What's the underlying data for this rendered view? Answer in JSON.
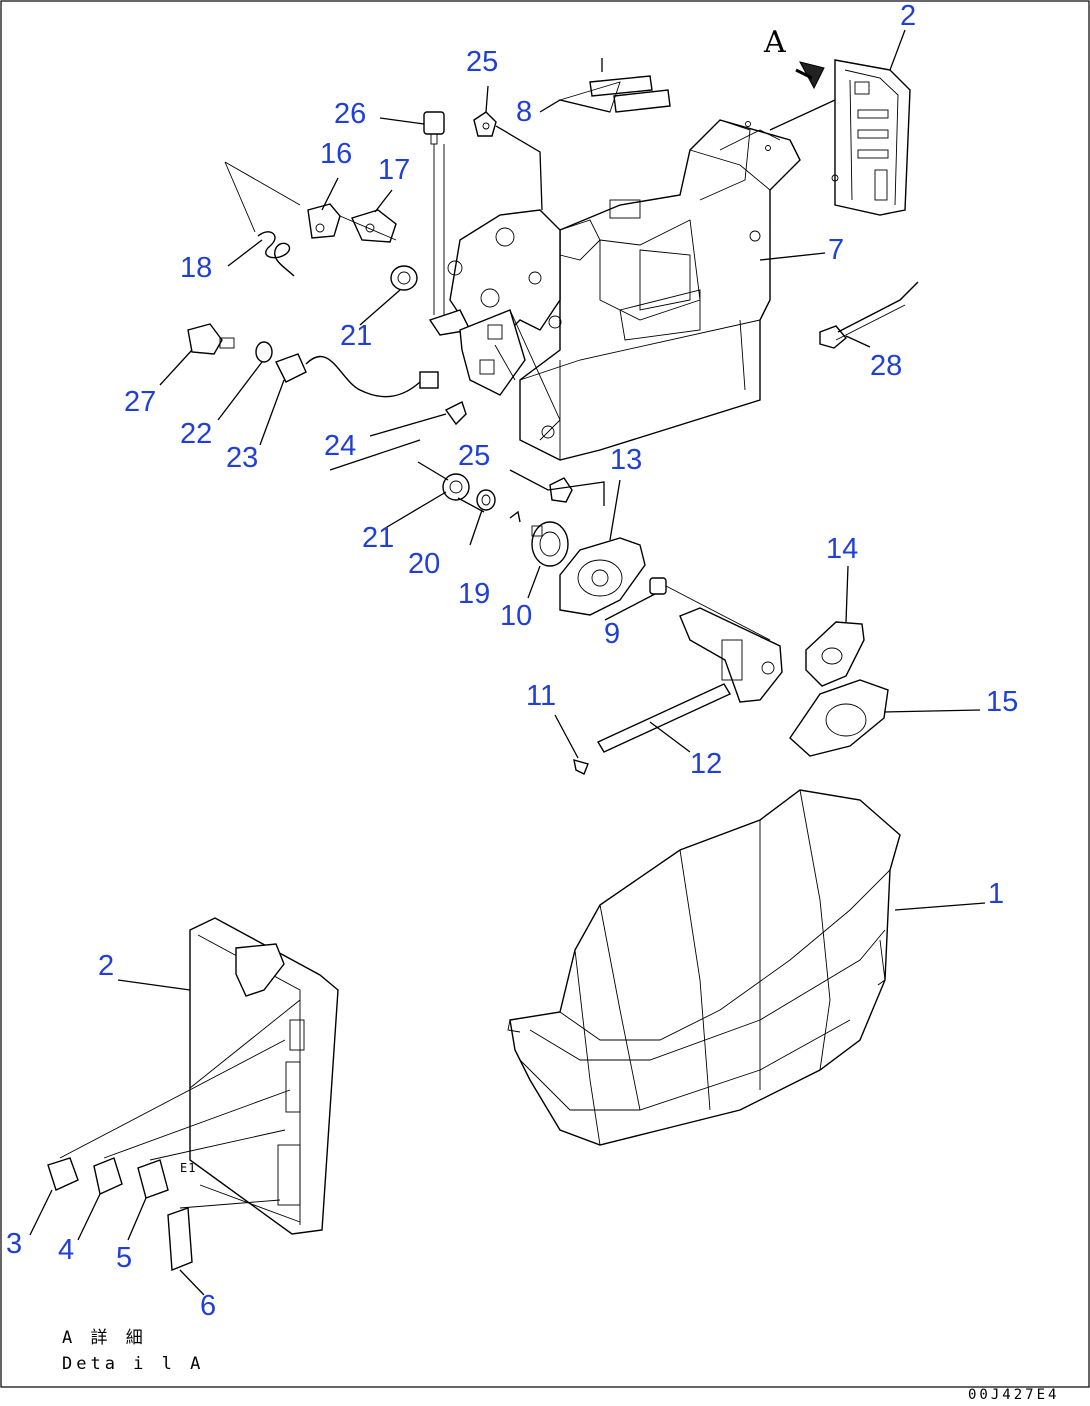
{
  "callouts": [
    {
      "id": "1",
      "text": "1"
    },
    {
      "id": "2a",
      "text": "2"
    },
    {
      "id": "2b",
      "text": "2"
    },
    {
      "id": "3",
      "text": "3"
    },
    {
      "id": "4",
      "text": "4"
    },
    {
      "id": "5",
      "text": "5"
    },
    {
      "id": "6",
      "text": "6"
    },
    {
      "id": "7",
      "text": "7"
    },
    {
      "id": "8",
      "text": "8"
    },
    {
      "id": "9",
      "text": "9"
    },
    {
      "id": "10",
      "text": "10"
    },
    {
      "id": "11",
      "text": "11"
    },
    {
      "id": "12",
      "text": "12"
    },
    {
      "id": "13",
      "text": "13"
    },
    {
      "id": "14",
      "text": "14"
    },
    {
      "id": "15",
      "text": "15"
    },
    {
      "id": "16",
      "text": "16"
    },
    {
      "id": "17",
      "text": "17"
    },
    {
      "id": "18",
      "text": "18"
    },
    {
      "id": "19",
      "text": "19"
    },
    {
      "id": "20",
      "text": "20"
    },
    {
      "id": "21a",
      "text": "21"
    },
    {
      "id": "21b",
      "text": "21"
    },
    {
      "id": "22",
      "text": "22"
    },
    {
      "id": "23",
      "text": "23"
    },
    {
      "id": "24",
      "text": "24"
    },
    {
      "id": "25a",
      "text": "25"
    },
    {
      "id": "25b",
      "text": "25"
    },
    {
      "id": "26",
      "text": "26"
    },
    {
      "id": "27",
      "text": "27"
    },
    {
      "id": "28",
      "text": "28"
    }
  ],
  "view_arrow_label": "A",
  "detail_label_jp": "A 詳 細",
  "detail_label_en": "Deta i l A",
  "drawing_number": "00J427E4",
  "small_mark": "E1",
  "colors": {
    "callout": "#1f3fd8",
    "line": "#000000",
    "background": "#ffffff"
  }
}
